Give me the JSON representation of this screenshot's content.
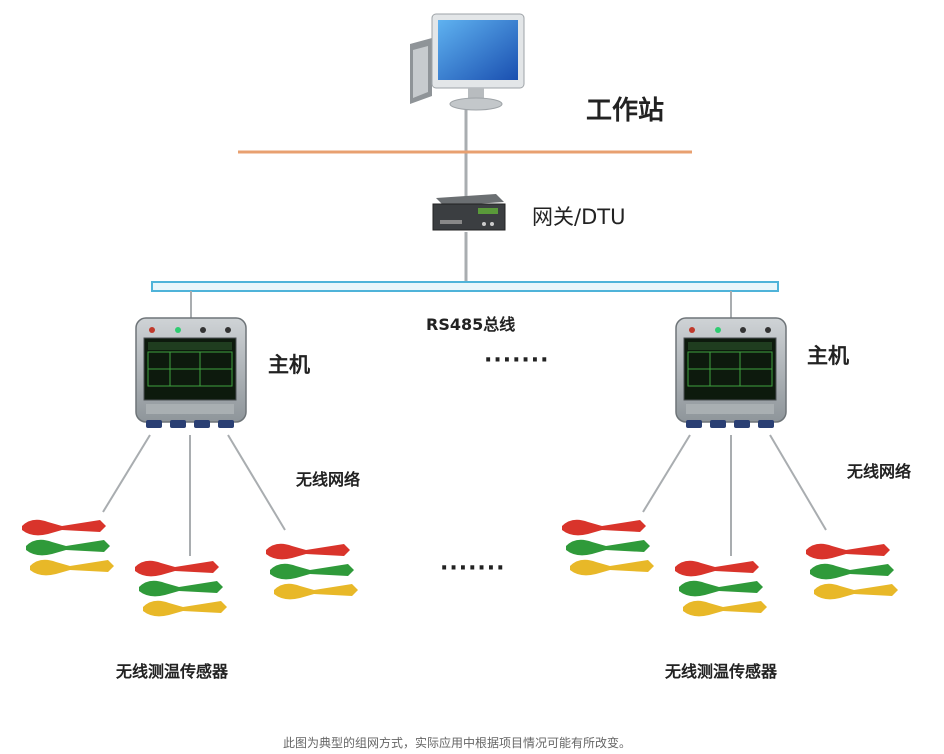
{
  "workstation": {
    "label": "工作站",
    "icon": "desktop-computer-icon"
  },
  "gateway": {
    "label": "网关/DTU",
    "icon": "gateway-device-icon"
  },
  "bus": {
    "label": "RS485总线",
    "color": "#4fb3d9"
  },
  "ethernet_color": "#e8a070",
  "hosts": [
    {
      "label": "主机",
      "network_label": "无线网络",
      "sensor_label": "无线测温传感器"
    },
    {
      "label": "主机",
      "network_label": "无线网络",
      "sensor_label": "无线测温传感器"
    }
  ],
  "ellipsis": "·······",
  "caption": "此图为典型的组网方式，实际应用中根据项目情况可能有所改变。",
  "sensor_colors": {
    "red": "#d9342b",
    "green": "#2f9a3a",
    "yellow": "#e8b828"
  }
}
